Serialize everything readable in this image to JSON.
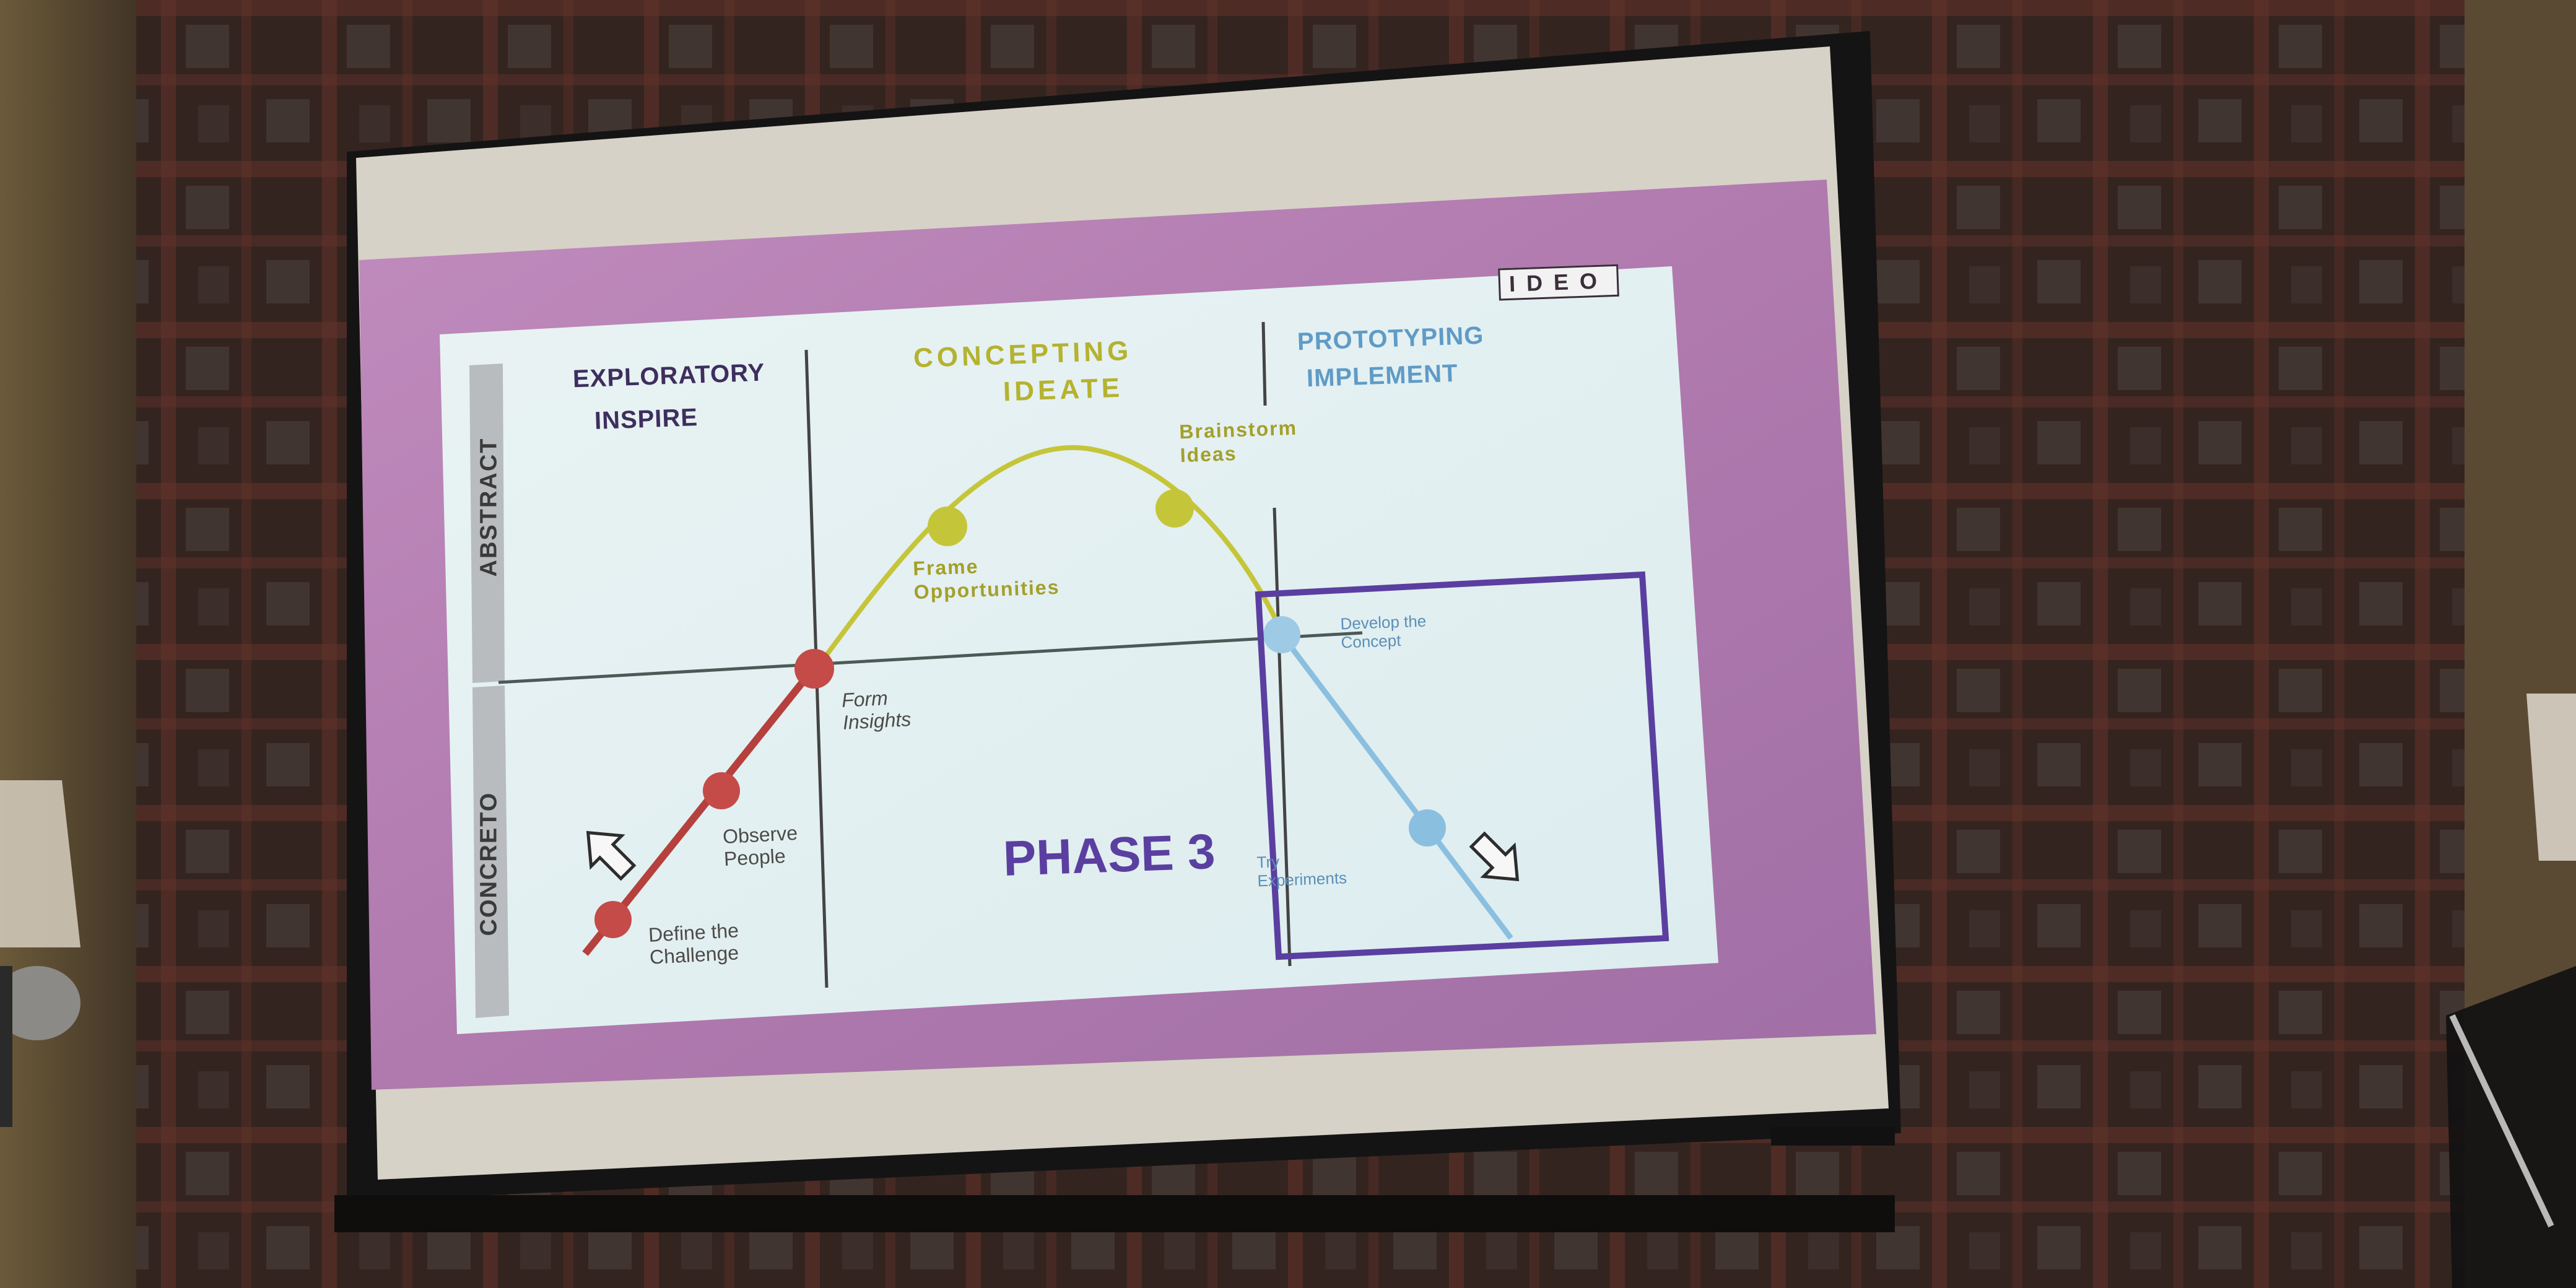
{
  "slide": {
    "logo": "IDEO",
    "headers": {
      "exploratory": "EXPLORATORY",
      "inspire": "INSPIRE",
      "concepting": "CONCEPTING",
      "ideate": "IDEATE",
      "prototyping": "PROTOTYPING",
      "implement": "IMPLEMENT"
    },
    "axis": {
      "abstract": "ABSTRACT",
      "concrete": "CONCRETO"
    },
    "steps": {
      "define_1": "Define the",
      "define_2": "Challenge",
      "observe_1": "Observe",
      "observe_2": "People",
      "form_1": "Form",
      "form_2": "Insights",
      "frame_1": "Frame",
      "frame_2": "Opportunities",
      "brainstorm_1": "Brainstorm",
      "brainstorm_2": "Ideas",
      "develop_1": "Develop the",
      "develop_2": "Concept",
      "try_1": "Try",
      "try_2": "Experiments"
    },
    "phase": "PHASE 3",
    "colors": {
      "red": "#b5403e",
      "yellow": "#c5c53a",
      "blue": "#8bbfe0",
      "purple": "#5a3fa0"
    }
  }
}
